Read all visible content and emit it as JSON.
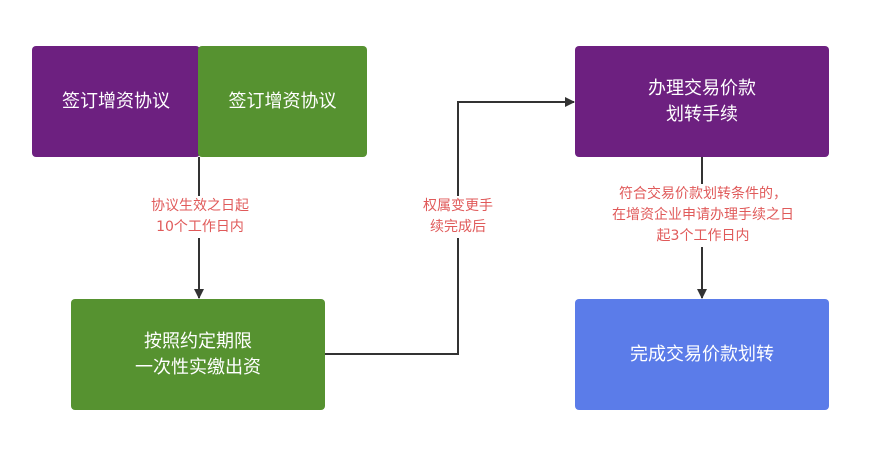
{
  "nodes": {
    "sign_agreement_a": "签订增资协议",
    "sign_agreement_b": "签订增资协议",
    "pay_capital": "按照约定期限\n一次性实缴出资",
    "handle_transfer": "办理交易价款\n划转手续",
    "complete_transfer": "完成交易价款划转"
  },
  "edges": {
    "sign_to_pay": "协议生效之日起\n10个工作日内",
    "pay_to_handle": "权属变更手\n续完成后",
    "handle_to_complete": "符合交易价款划转条件的，\n在增资企业申请办理手续之日\n起3个工作日内"
  },
  "colors": {
    "purple": "#6d2080",
    "green": "#569230",
    "blue": "#5b7ce9",
    "edge_label": "#e05a5a",
    "connector": "#333333"
  }
}
